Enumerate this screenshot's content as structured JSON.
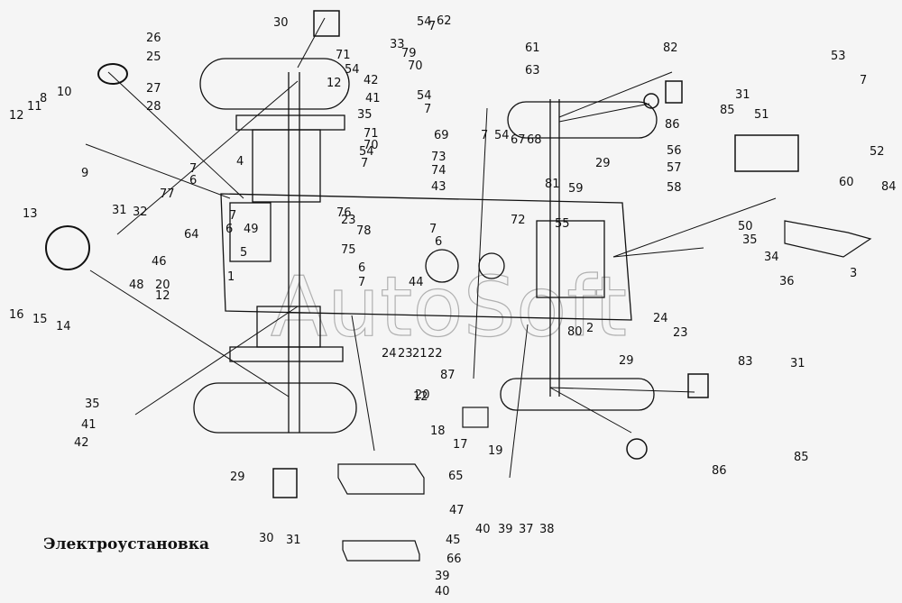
{
  "title": "Электроустановка",
  "watermark": "AutoSoft",
  "colors": {
    "background": "#f5f5f5",
    "ink": "#111111",
    "watermark": "#9a9a9a"
  },
  "callouts": [
    {
      "id": "1",
      "label": "1"
    },
    {
      "id": "2",
      "label": "2"
    },
    {
      "id": "3",
      "label": "3"
    },
    {
      "id": "4",
      "label": "4"
    },
    {
      "id": "5",
      "label": "5"
    },
    {
      "id": "6a",
      "label": "6"
    },
    {
      "id": "6b",
      "label": "6"
    },
    {
      "id": "6c",
      "label": "6"
    },
    {
      "id": "6d",
      "label": "6"
    },
    {
      "id": "7a",
      "label": "7"
    },
    {
      "id": "7b",
      "label": "7"
    },
    {
      "id": "7c",
      "label": "7"
    },
    {
      "id": "7d",
      "label": "7"
    },
    {
      "id": "7e",
      "label": "7"
    },
    {
      "id": "7f",
      "label": "7"
    },
    {
      "id": "7g",
      "label": "7"
    },
    {
      "id": "7h",
      "label": "7"
    },
    {
      "id": "7i",
      "label": "7"
    },
    {
      "id": "7j",
      "label": "7"
    },
    {
      "id": "8",
      "label": "8"
    },
    {
      "id": "9",
      "label": "9"
    },
    {
      "id": "10",
      "label": "10"
    },
    {
      "id": "11",
      "label": "11"
    },
    {
      "id": "12a",
      "label": "12"
    },
    {
      "id": "12b",
      "label": "12"
    },
    {
      "id": "12c",
      "label": "12"
    },
    {
      "id": "12d",
      "label": "12"
    },
    {
      "id": "13",
      "label": "13"
    },
    {
      "id": "14",
      "label": "14"
    },
    {
      "id": "15",
      "label": "15"
    },
    {
      "id": "16",
      "label": "16"
    },
    {
      "id": "17",
      "label": "17"
    },
    {
      "id": "18",
      "label": "18"
    },
    {
      "id": "19",
      "label": "19"
    },
    {
      "id": "20a",
      "label": "20"
    },
    {
      "id": "20b",
      "label": "20"
    },
    {
      "id": "21",
      "label": "21"
    },
    {
      "id": "22",
      "label": "22"
    },
    {
      "id": "23a",
      "label": "23"
    },
    {
      "id": "23b",
      "label": "23"
    },
    {
      "id": "23c",
      "label": "23"
    },
    {
      "id": "24a",
      "label": "24"
    },
    {
      "id": "24b",
      "label": "24"
    },
    {
      "id": "25",
      "label": "25"
    },
    {
      "id": "26",
      "label": "26"
    },
    {
      "id": "27",
      "label": "27"
    },
    {
      "id": "28",
      "label": "28"
    },
    {
      "id": "29a",
      "label": "29"
    },
    {
      "id": "29b",
      "label": "29"
    },
    {
      "id": "29c",
      "label": "29"
    },
    {
      "id": "30a",
      "label": "30"
    },
    {
      "id": "30b",
      "label": "30"
    },
    {
      "id": "31a",
      "label": "31"
    },
    {
      "id": "31b",
      "label": "31"
    },
    {
      "id": "31c",
      "label": "31"
    },
    {
      "id": "31d",
      "label": "31"
    },
    {
      "id": "32",
      "label": "32"
    },
    {
      "id": "33",
      "label": "33"
    },
    {
      "id": "34",
      "label": "34"
    },
    {
      "id": "35a",
      "label": "35"
    },
    {
      "id": "35b",
      "label": "35"
    },
    {
      "id": "35c",
      "label": "35"
    },
    {
      "id": "36",
      "label": "36"
    },
    {
      "id": "37",
      "label": "37"
    },
    {
      "id": "38",
      "label": "38"
    },
    {
      "id": "39a",
      "label": "39"
    },
    {
      "id": "39b",
      "label": "39"
    },
    {
      "id": "40a",
      "label": "40"
    },
    {
      "id": "40b",
      "label": "40"
    },
    {
      "id": "41a",
      "label": "41"
    },
    {
      "id": "41b",
      "label": "41"
    },
    {
      "id": "42a",
      "label": "42"
    },
    {
      "id": "42b",
      "label": "42"
    },
    {
      "id": "43",
      "label": "43"
    },
    {
      "id": "44",
      "label": "44"
    },
    {
      "id": "45",
      "label": "45"
    },
    {
      "id": "46",
      "label": "46"
    },
    {
      "id": "47",
      "label": "47"
    },
    {
      "id": "48",
      "label": "48"
    },
    {
      "id": "49",
      "label": "49"
    },
    {
      "id": "50",
      "label": "50"
    },
    {
      "id": "51",
      "label": "51"
    },
    {
      "id": "52",
      "label": "52"
    },
    {
      "id": "53",
      "label": "53"
    },
    {
      "id": "54a",
      "label": "54"
    },
    {
      "id": "54b",
      "label": "54"
    },
    {
      "id": "54c",
      "label": "54"
    },
    {
      "id": "54d",
      "label": "54"
    },
    {
      "id": "54e",
      "label": "54"
    },
    {
      "id": "55",
      "label": "55"
    },
    {
      "id": "56",
      "label": "56"
    },
    {
      "id": "57",
      "label": "57"
    },
    {
      "id": "58",
      "label": "58"
    },
    {
      "id": "59",
      "label": "59"
    },
    {
      "id": "60",
      "label": "60"
    },
    {
      "id": "61",
      "label": "61"
    },
    {
      "id": "62",
      "label": "62"
    },
    {
      "id": "63",
      "label": "63"
    },
    {
      "id": "64",
      "label": "64"
    },
    {
      "id": "65",
      "label": "65"
    },
    {
      "id": "66",
      "label": "66"
    },
    {
      "id": "67",
      "label": "67"
    },
    {
      "id": "68",
      "label": "68"
    },
    {
      "id": "69",
      "label": "69"
    },
    {
      "id": "70a",
      "label": "70"
    },
    {
      "id": "70b",
      "label": "70"
    },
    {
      "id": "71a",
      "label": "71"
    },
    {
      "id": "71b",
      "label": "71"
    },
    {
      "id": "72",
      "label": "72"
    },
    {
      "id": "73",
      "label": "73"
    },
    {
      "id": "74",
      "label": "74"
    },
    {
      "id": "75",
      "label": "75"
    },
    {
      "id": "76",
      "label": "76"
    },
    {
      "id": "77",
      "label": "77"
    },
    {
      "id": "78",
      "label": "78"
    },
    {
      "id": "79",
      "label": "79"
    },
    {
      "id": "80",
      "label": "80"
    },
    {
      "id": "81",
      "label": "81"
    },
    {
      "id": "82",
      "label": "82"
    },
    {
      "id": "83",
      "label": "83"
    },
    {
      "id": "84",
      "label": "84"
    },
    {
      "id": "85a",
      "label": "85"
    },
    {
      "id": "85b",
      "label": "85"
    },
    {
      "id": "86a",
      "label": "86"
    },
    {
      "id": "86b",
      "label": "86"
    },
    {
      "id": "87",
      "label": "87"
    }
  ]
}
